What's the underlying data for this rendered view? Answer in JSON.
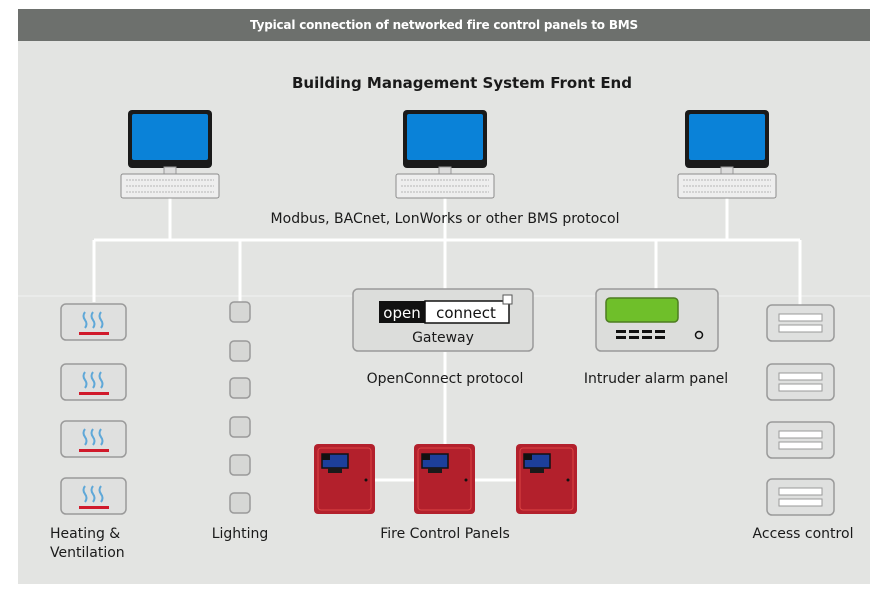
{
  "header": {
    "title": "Typical connection of networked fire control panels to BMS"
  },
  "front_end": {
    "title": "Building Management System Front End"
  },
  "bms_protocol": {
    "label": "Modbus, BACnet, LonWorks or other BMS protocol"
  },
  "gateway": {
    "logo_open": "open",
    "logo_connect": "connect",
    "label": "Gateway"
  },
  "openconnect_protocol": {
    "label": "OpenConnect protocol"
  },
  "intruder_panel": {
    "label": "Intruder alarm panel"
  },
  "groups": {
    "heating": {
      "line1": "Heating &",
      "line2": "Ventilation"
    },
    "lighting": {
      "label": "Lighting"
    },
    "fire": {
      "label": "Fire Control Panels"
    },
    "access": {
      "label": "Access control"
    }
  },
  "colors": {
    "screen": "#0a82d8",
    "fire_panel": "#b3202c",
    "lcd": "#6fbf2a",
    "heating_bar": "#d01a2b",
    "line": "#ffffff"
  }
}
